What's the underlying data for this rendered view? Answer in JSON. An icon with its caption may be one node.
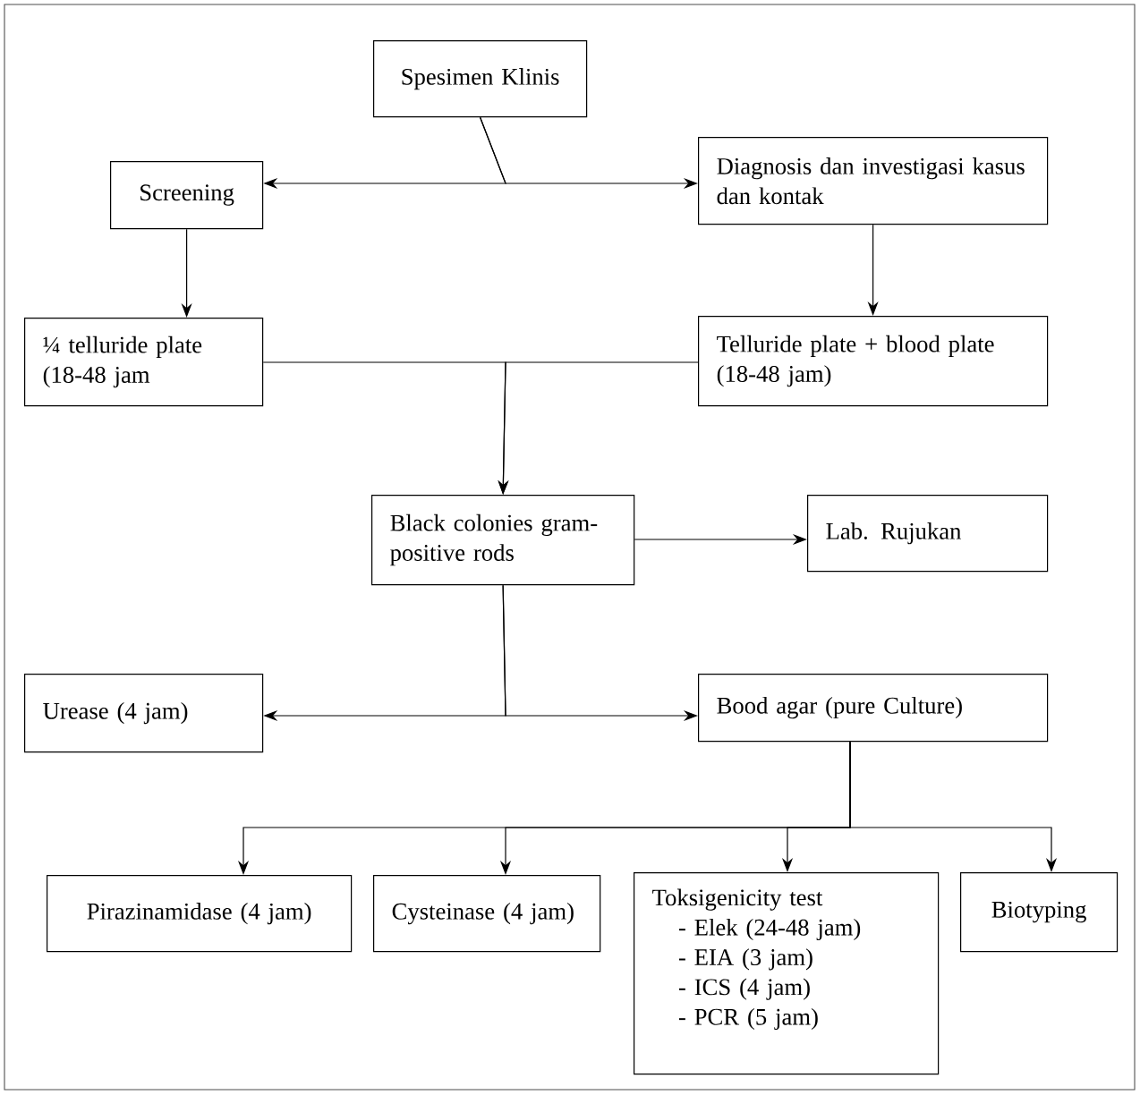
{
  "diagram": {
    "nodes": [
      {
        "text": [
          "Spesimen Klinis"
        ]
      },
      {
        "text": [
          "Screening"
        ]
      },
      {
        "text": [
          "Diagnosis dan investigasi kasus dan kontak"
        ]
      },
      {
        "text": [
          "¼ telluride plate (18-48 jam"
        ]
      },
      {
        "text": [
          "Telluride plate + blood plate (18-48 jam)"
        ]
      },
      {
        "text": [
          "Black colonies gram-positive rods"
        ]
      },
      {
        "text": [
          "Lab. Rujukan"
        ]
      },
      {
        "text": [
          "Urease (4 jam)"
        ]
      },
      {
        "text": [
          "Bood agar (pure Culture)"
        ]
      },
      {
        "text": [
          "Pirazinamidase (4 jam)"
        ]
      },
      {
        "text": [
          "Cysteinase (4 jam)"
        ]
      },
      {
        "text": [
          "Toksigenicity test",
          "- Elek (24-48 jam)",
          "- EIA (3 jam)",
          "- ICS (4 jam)",
          "- PCR (5 jam)"
        ]
      },
      {
        "text": [
          "Biotyping"
        ]
      }
    ],
    "edges": [
      {
        "from": 0,
        "to": 1,
        "arrow": "to"
      },
      {
        "from": 0,
        "to": 2,
        "arrow": "to"
      },
      {
        "from": 1,
        "to": 3,
        "arrow": "to"
      },
      {
        "from": 2,
        "to": 4,
        "arrow": "to"
      },
      {
        "from": 3,
        "to": 5,
        "arrow": "to"
      },
      {
        "from": 4,
        "to": 5,
        "arrow": "to"
      },
      {
        "from": 5,
        "to": 6,
        "arrow": "to"
      },
      {
        "from": 5,
        "to": 7,
        "arrow": "to"
      },
      {
        "from": 5,
        "to": 8,
        "arrow": "to"
      },
      {
        "from": 8,
        "to": 9,
        "arrow": "to"
      },
      {
        "from": 8,
        "to": 10,
        "arrow": "to"
      },
      {
        "from": 8,
        "to": 11,
        "arrow": "to"
      },
      {
        "from": 8,
        "to": 12,
        "arrow": "to"
      }
    ]
  }
}
